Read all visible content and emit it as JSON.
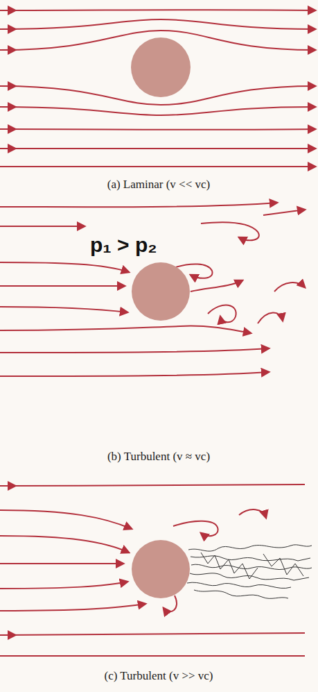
{
  "diagram": {
    "labels": [
      "(a) Laminar (v << vc)",
      "p₁ > p₂",
      "(b) Turbulent (v ≈ vc)",
      "(c) Turbulent (v >> vc)"
    ]
  }
}
